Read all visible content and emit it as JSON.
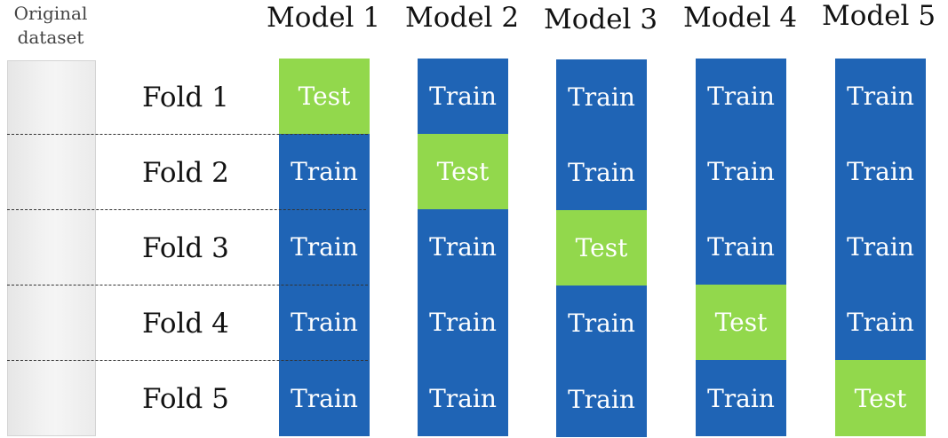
{
  "dataset": {
    "label_line1": "Original",
    "label_line2": "dataset"
  },
  "folds": [
    "Fold 1",
    "Fold 2",
    "Fold 3",
    "Fold 4",
    "Fold 5"
  ],
  "models": [
    {
      "title": "Model 1",
      "cells": [
        "Test",
        "Train",
        "Train",
        "Train",
        "Train"
      ]
    },
    {
      "title": "Model 2",
      "cells": [
        "Train",
        "Test",
        "Train",
        "Train",
        "Train"
      ]
    },
    {
      "title": "Model 3",
      "cells": [
        "Train",
        "Train",
        "Test",
        "Train",
        "Train"
      ]
    },
    {
      "title": "Model 4",
      "cells": [
        "Train",
        "Train",
        "Train",
        "Test",
        "Train"
      ]
    },
    {
      "title": "Model 5",
      "cells": [
        "Train",
        "Train",
        "Train",
        "Train",
        "Test"
      ]
    }
  ],
  "colors": {
    "train": "#1f64b5",
    "test": "#92d84c",
    "dataset_bar": "#eeeeee"
  }
}
